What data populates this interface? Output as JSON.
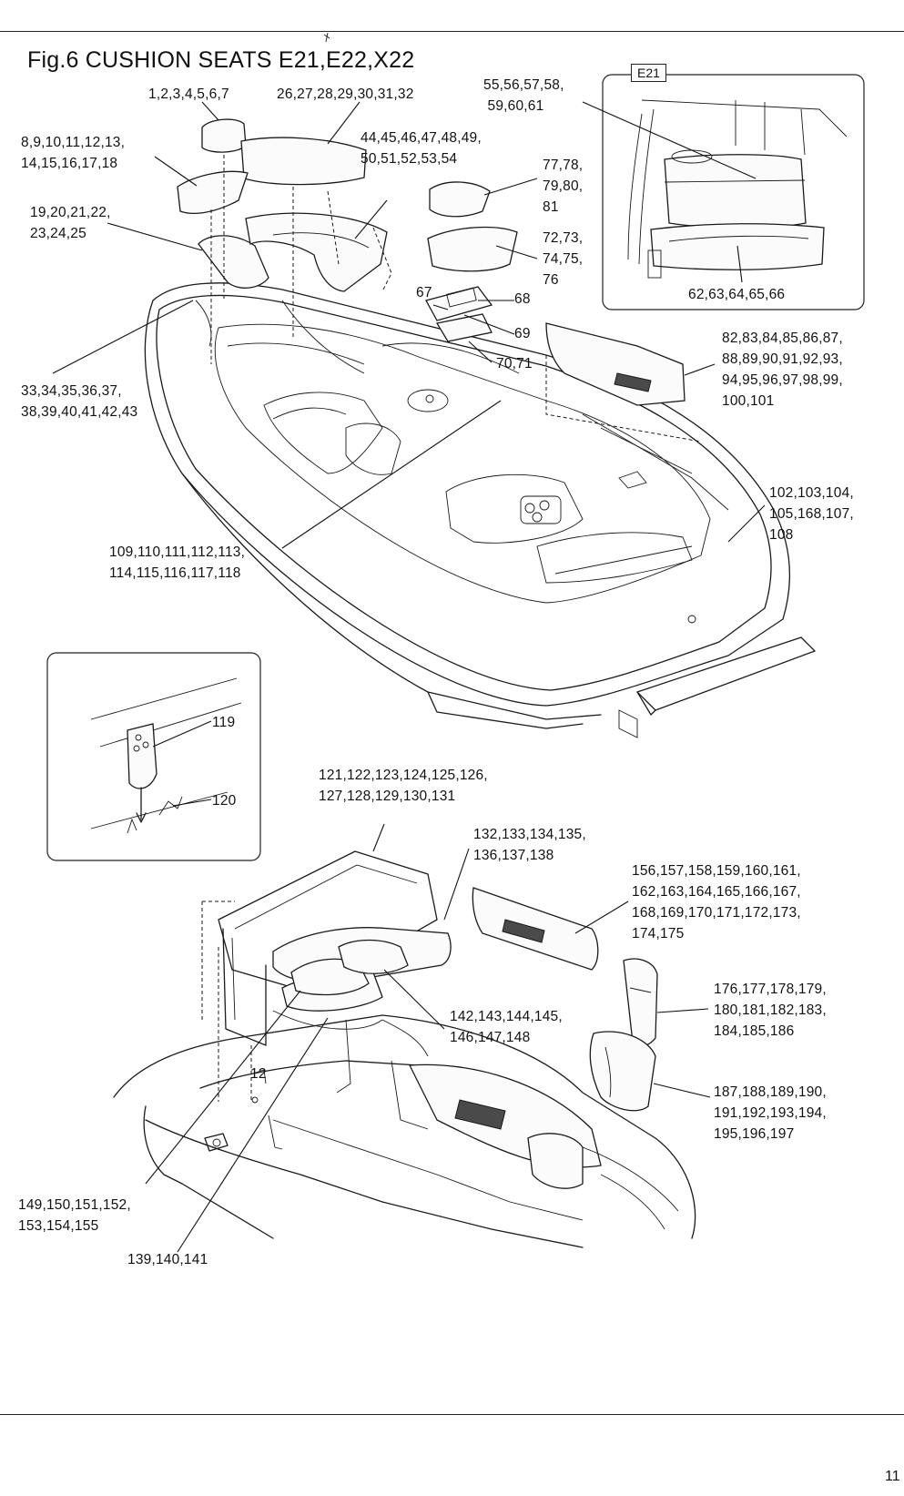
{
  "figure": {
    "title": "Fig.6 CUSHION SEATS E21,E22,X22",
    "inset_tag": "E21",
    "page_number": "11"
  },
  "callouts": [
    {
      "id": "c1",
      "text": "1,2,3,4,5,6,7"
    },
    {
      "id": "c2",
      "text": "26,27,28,29,30,31,32"
    },
    {
      "id": "c3",
      "text": "55,56,57,58,\n 59,60,61"
    },
    {
      "id": "c4",
      "text": "8,9,10,11,12,13,\n14,15,16,17,18"
    },
    {
      "id": "c5",
      "text": "44,45,46,47,48,49,\n50,51,52,53,54"
    },
    {
      "id": "c6",
      "text": "77,78,\n79,80,\n81"
    },
    {
      "id": "c7",
      "text": "19,20,21,22,\n23,24,25"
    },
    {
      "id": "c8",
      "text": "72,73,\n74,75,\n76"
    },
    {
      "id": "c9",
      "text": "62,63,64,65,66"
    },
    {
      "id": "c10",
      "text": "67"
    },
    {
      "id": "c11",
      "text": "68"
    },
    {
      "id": "c12",
      "text": "69"
    },
    {
      "id": "c13",
      "text": "70,71"
    },
    {
      "id": "c14",
      "text": "82,83,84,85,86,87,\n88,89,90,91,92,93,\n94,95,96,97,98,99,\n100,101"
    },
    {
      "id": "c15",
      "text": "33,34,35,36,37,\n38,39,40,41,42,43"
    },
    {
      "id": "c16",
      "text": "102,103,104,\n105,168,107,\n108"
    },
    {
      "id": "c17",
      "text": "109,110,111,112,113,\n114,115,116,117,118"
    },
    {
      "id": "c18",
      "text": "119"
    },
    {
      "id": "c19",
      "text": "120"
    },
    {
      "id": "c20",
      "text": "121,122,123,124,125,126,\n127,128,129,130,131"
    },
    {
      "id": "c21",
      "text": "132,133,134,135,\n136,137,138"
    },
    {
      "id": "c22",
      "text": "156,157,158,159,160,161,\n162,163,164,165,166,167,\n168,169,170,171,172,173,\n174,175"
    },
    {
      "id": "c23",
      "text": "176,177,178,179,\n180,181,182,183,\n184,185,186"
    },
    {
      "id": "c24",
      "text": "142,143,144,145,\n146,147,148"
    },
    {
      "id": "c25",
      "text": "187,188,189,190,\n191,192,193,194,\n195,196,197"
    },
    {
      "id": "c26",
      "text": "149,150,151,152,\n153,154,155"
    },
    {
      "id": "c27",
      "text": "139,140,141"
    },
    {
      "id": "c28",
      "text": "12"
    }
  ]
}
